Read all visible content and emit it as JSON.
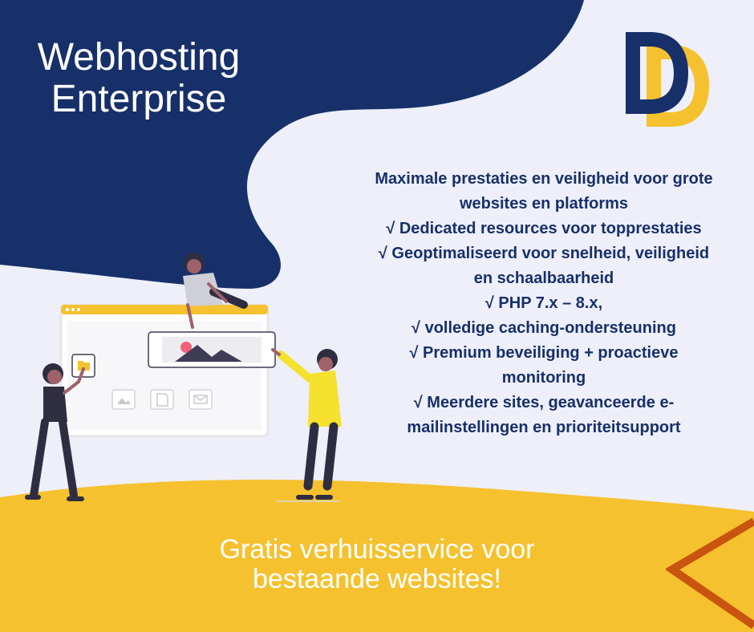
{
  "header": {
    "title_lines": [
      "Webhosting",
      "Enterprise"
    ]
  },
  "logo": {
    "icon": "dd-logo-icon",
    "colors": {
      "navy": "#17306a",
      "yellow": "#f5c12e"
    }
  },
  "features": {
    "lines": [
      "Maximale prestaties en veiligheid voor grote",
      "websites en platforms",
      "√ Dedicated resources voor topprestaties",
      "√ Geoptimaliseerd voor snelheid, veiligheid",
      "en schaalbaarheid",
      "√ PHP 7.x – 8.x,",
      "√ volledige caching-ondersteuning",
      "√ Premium beveiliging + proactieve",
      "monitoring",
      "√ Meerdere sites, geavanceerde e-",
      "mailinstellingen en prioriteitsupport"
    ]
  },
  "footer": {
    "lines": [
      "Gratis verhuisservice voor",
      "bestaande websites!"
    ]
  },
  "colors": {
    "navy": "#17306a",
    "background": "#eeeff8",
    "yellow": "#f5c12e",
    "orange_chevron": "#c8540f",
    "text_white": "#ffffff"
  }
}
